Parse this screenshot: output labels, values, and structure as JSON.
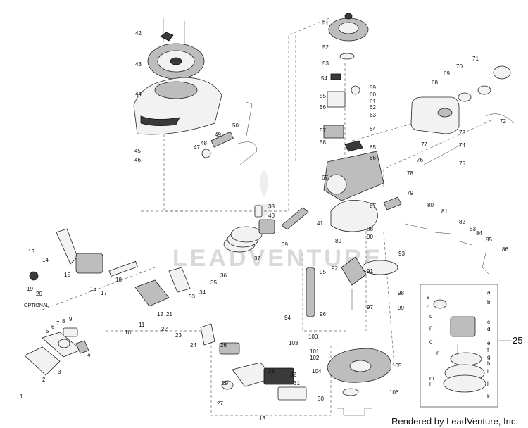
{
  "diagram": {
    "watermark": "LEADVENTURE",
    "credit": "Rendered by LeadVenture, Inc.",
    "optional_label": "OPTIONAL",
    "inset_callout": "25",
    "callouts": [
      "1",
      "2",
      "3",
      "4",
      "5",
      "6",
      "7",
      "8",
      "9",
      "10",
      "11",
      "12",
      "13",
      "14",
      "15",
      "16",
      "17",
      "18",
      "19",
      "20",
      "21",
      "22",
      "23",
      "24",
      "26",
      "27",
      "28",
      "29",
      "30",
      "31",
      "32",
      "33",
      "34",
      "35",
      "36",
      "37",
      "38",
      "39",
      "40",
      "41",
      "42",
      "43",
      "44",
      "45",
      "46",
      "47",
      "48",
      "49",
      "50",
      "51",
      "52",
      "53",
      "54",
      "55",
      "56",
      "57",
      "58",
      "59",
      "60",
      "61",
      "62",
      "63",
      "64",
      "65",
      "66",
      "67",
      "68",
      "69",
      "70",
      "71",
      "72",
      "73",
      "74",
      "75",
      "76",
      "77",
      "78",
      "79",
      "80",
      "81",
      "82",
      "83",
      "84",
      "85",
      "86",
      "87",
      "88",
      "89",
      "90",
      "91",
      "92",
      "93",
      "94",
      "95",
      "96",
      "97",
      "98",
      "99",
      "100",
      "101",
      "102",
      "103",
      "104",
      "105",
      "106"
    ],
    "inset_letters": [
      "a",
      "b",
      "c",
      "d",
      "e",
      "f",
      "g",
      "h",
      "i",
      "j",
      "k",
      "l",
      "m",
      "n",
      "o",
      "p",
      "q",
      "r",
      "s"
    ]
  }
}
